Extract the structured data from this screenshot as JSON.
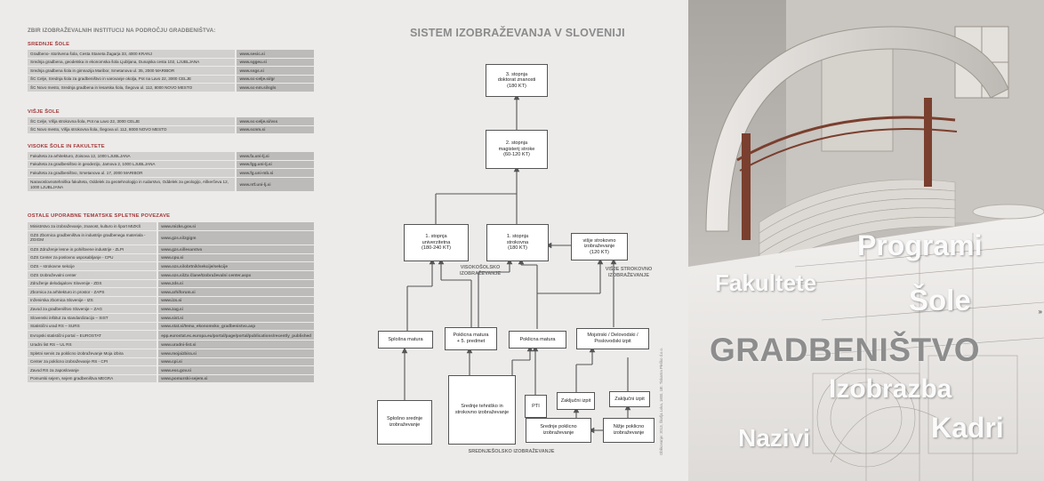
{
  "left": {
    "main_heading": "ZBIR IZOBRAŽEVALNIH INSTITUCIJ NA PODROČJU GRADBENIŠTVA:",
    "sections": [
      {
        "title": "SREDNJE ŠOLE",
        "rows": [
          {
            "name": "Gradbeno- storitvena šola, Cesta Staneta Žagarja 33, 4000 KRANJ",
            "url": "www.sesic.si"
          },
          {
            "name": "Srednja gradbena, geodetska in ekonomska šola Ljubljana, Dunajska cesta 102, LJUBLJANA",
            "url": "www.sggeu.si"
          },
          {
            "name": "Srednja gradbena šola in gimnazija Maribor, Smetanova ul. 35, 2000 MARIBOR",
            "url": "www.ssgs.si"
          },
          {
            "name": "ŠC Celje, Srednja šola za gradbeništvo in varovanje okolja, Pot na Lavo 22, 3000 CELJE",
            "url": "www.sc-celje.si/gr"
          },
          {
            "name": "ŠC Novo mesto, Srednja gradbena in lesarska šola, Šegova ul. 112, 8000 NOVO MESTO",
            "url": "www.sc-nm.si/sgls"
          }
        ]
      },
      {
        "title": "VIŠJE ŠOLE",
        "rows": [
          {
            "name": "ŠC Celje, Višja strokovna šola, Pot na Lavo 22, 3000 CELJE",
            "url": "www.sc-celje.si/vss"
          },
          {
            "name": "ŠC Novo mesto, Višja strokovna šola, Šegova ul. 112, 8000 NOVO MESTO",
            "url": "www.scnm.si"
          }
        ]
      },
      {
        "title": "VISOKE ŠOLE IN FAKULTETE",
        "rows": [
          {
            "name": "Fakulteta za arhitekturo, Zoisova 12, 1000 LJUBLJANA",
            "url": "www.fa.uni-lj.si"
          },
          {
            "name": "Fakulteta za gradbeništvo in geodezijo, Jamova 2, 1000 LJUBLJANA",
            "url": "www.fgg.uni-lj.si"
          },
          {
            "name": "Fakulteta za gradbeništvo, Smetanova ul. 17, 2000 MARIBOR",
            "url": "www.fg.uni-mb.si"
          },
          {
            "name": "Naravoslovnotehniška fakulteta, Oddelek za geotehnologijo in rudarstvo, Oddelek za geologijo, Aškerčeva 12, 1000 LJUBLJANA",
            "url": "www.ntf.uni-lj.si",
            "tall": true
          }
        ]
      },
      {
        "title": "OSTALE UPORABNE TEMATSKE SPLETNE POVEZAVE",
        "rows": [
          {
            "name": "Ministrstvo za izobraževanje, znanost, kulturo in šport MIZKŠ",
            "url": "www.mizks.gov.si"
          },
          {
            "name": "GZS Zbornica gradbeništva in industrije gradbenega materiala - ZGIGM",
            "url": "www.gzs.si/zgigm",
            "tall": true
          },
          {
            "name": "GZS Združenje lesne in pohištvene industrije - ZLPI",
            "url": "www.gzs.si/lesarstvo"
          },
          {
            "name": "GZS Center za poslovno usposabljanje - CPU",
            "url": "www.cpu.si"
          },
          {
            "name": "OZS – strokovne sekcije",
            "url": "www.ozs.si/obrtnik/sekcije/sekcije"
          },
          {
            "name": "OZS Izobraževalni center",
            "url": "www.ozs.si/Za člane/Izobraževalni center.aspx"
          },
          {
            "name": "Združenje delodajalcev Slovenije - ZDS",
            "url": "www.zds.si"
          },
          {
            "name": "Zbornica za arhitekturo in prostor - ZAPS",
            "url": "www.arhiforum.si"
          },
          {
            "name": "Inženirska zbornica Slovenije - IZS",
            "url": "www.izs.si"
          },
          {
            "name": "Zavod za gradbeništvo Slovenije – ZAG",
            "url": "www.zag.si"
          },
          {
            "name": "Slovenski inštitut za standardizacijo – SIST",
            "url": "www.sist.si"
          },
          {
            "name": "Statistični urad RS – SURS",
            "url": "www.stat.si/tema_ekonomsko_gradbenistvo.asp"
          },
          {
            "name": "Evropski statistični portal – EUROSTAT",
            "url": "epp.eurostat.ec.europa.eu/portal/page/portal/publications/recently_published",
            "tall": true
          },
          {
            "name": "Uradni list RS – UL RS",
            "url": "www.uradni-list.si"
          },
          {
            "name": "Spletni servis za poklicno izobraževanje Moja izbira",
            "url": "www.mojaizbira.si"
          },
          {
            "name": "Center za poklicno izobraževanje RS - CPI",
            "url": "www.cpi.si"
          },
          {
            "name": "Zavod RS za zaposlovanje",
            "url": "www.ess.gov.si"
          },
          {
            "name": "Pomurski sejem, sejem gradbeništva MEGRA",
            "url": "www.pomurski-sejem.si"
          }
        ]
      }
    ]
  },
  "diagram": {
    "title": "SISTEM IZOBRAŽEVANJA V SLOVENIJI",
    "boxes": {
      "stopnja3": "3. stopnja\ndoktorat znanosti\n(180 KT)",
      "stopnja2": "2. stopnja\nmagisterij stroke\n(60-120 KT)",
      "univ": "1. stopnja\nuniverzitetna\n(180-240 KT)",
      "strok": "1. stopnja\nstrokovna\n(180 KT)",
      "visje": "višje strokovno\nizobraževanje\n(120 KT)",
      "splosna_matura": "Splošna matura",
      "poklicna_plus": "Poklicna matura\n+ 5. predmet",
      "poklicna_matura": "Poklicna matura",
      "mojstrski": "Mojstrski / Delovodski /\nPoslovodski izpit",
      "pti": "PTI",
      "zakljucni1": "Zaključni izpit",
      "zakljucni2": "Zaključni izpit",
      "splosno_srednje": "Splošno srednje\nizobraževanje",
      "srednje_tehnisko": "Srednje tehniško in\nstrokovno izobraževanje",
      "srednje_poklicno": "Srednje poklicno\nizobraževanje",
      "nizje_poklicno": "Nižje poklicno\nizobraževanje"
    },
    "labels": {
      "visokosolsko": "VISOKOŠOLSKO\nIZOBRAŽEVANJE",
      "visje_strokovno": "VIŠJE STROKOVNO\nIZOBRAŽEVANJE",
      "srednjesolsko": "SREDNJEŠOLSKO IZOBRAŽEVANJE"
    },
    "credit": "Oblikovanje: 2013, Škofja Loka, 1800, 18t. Tiskarna Pleško d.o.o."
  },
  "cover": {
    "words": {
      "programi": "Programi",
      "fakultete": "Fakultete",
      "sole": "Šole",
      "main": "GRADBENIŠTVO",
      "izobrazba": "Izobrazba",
      "kadri": "Kadri",
      "nazivi": "Nazivi"
    },
    "edge_glyph": "»"
  }
}
